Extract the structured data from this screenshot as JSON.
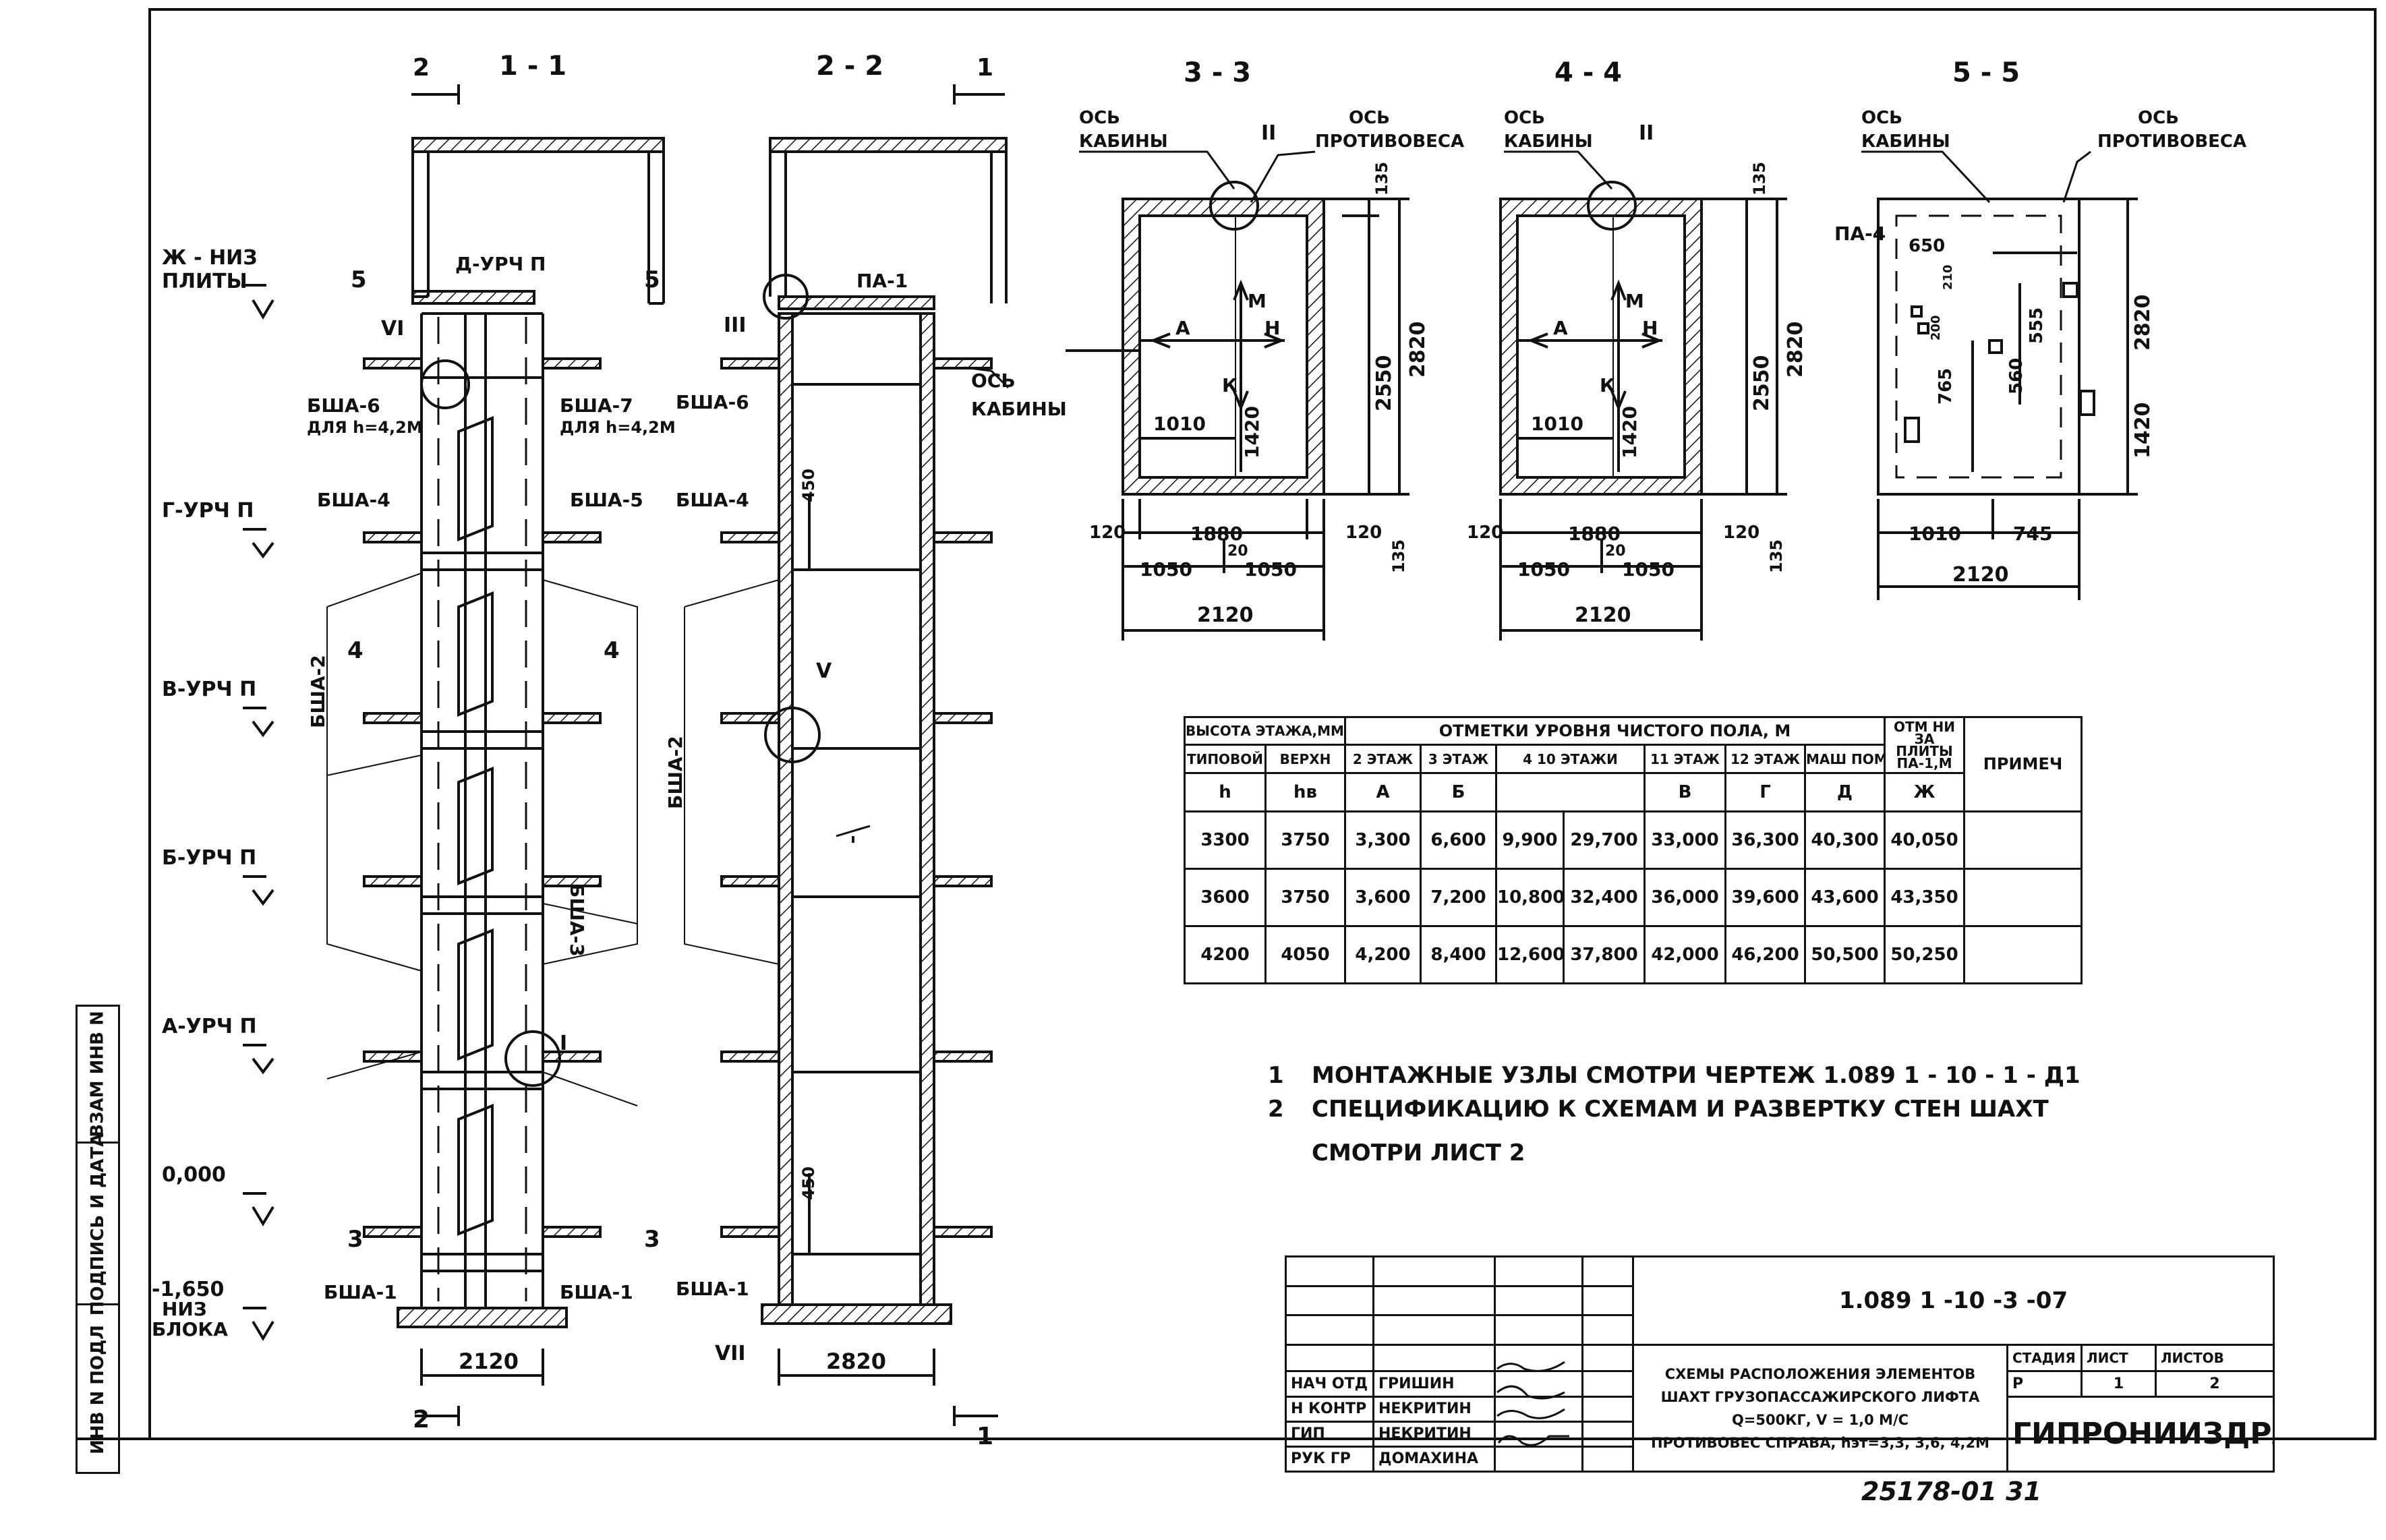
{
  "sections": {
    "s11": "1 - 1",
    "s22": "2 - 2",
    "s33": "3 - 3",
    "s44": "4 - 4",
    "s55": "5 - 5"
  },
  "cut_marks": {
    "two": "2",
    "one": "1",
    "three": "3",
    "four": "4",
    "five": "5"
  },
  "roman": {
    "I": "I",
    "II": "II",
    "III": "III",
    "V": "V",
    "VI": "VI",
    "VII": "VII"
  },
  "left_levels": [
    {
      "name": "Ж - НИЗ",
      "sub": "ПЛИТЫ"
    },
    {
      "name": "Г-УРЧ П",
      "sub": ""
    },
    {
      "name": "В-УРЧ П",
      "sub": ""
    },
    {
      "name": "Б-УРЧ П",
      "sub": ""
    },
    {
      "name": "А-УРЧ П",
      "sub": ""
    },
    {
      "name": "0,000",
      "sub": ""
    },
    {
      "name": "-1,650",
      "sub": "НИЗ"
    },
    {
      "name": "",
      "sub": "БЛОКА"
    }
  ],
  "d_level": "Д-УРЧ П",
  "blocks": {
    "b1": "БША-1",
    "b2": "БША-2",
    "b3": "БША-3",
    "b4": "БША-4",
    "b5": "БША-5",
    "b6": "БША-6",
    "b7": "БША-7",
    "for_h": "ДЛЯ h=4,2М",
    "pa1": "ПА-1",
    "pa4": "ПА-4"
  },
  "dims": {
    "w2120": "2120",
    "w2820": "2820",
    "d450": "450",
    "d135": "135",
    "d2550": "2550",
    "d1420": "1420",
    "d1010": "1010",
    "d1880": "1880",
    "d120": "120",
    "d20": "20",
    "d1050": "1050",
    "d650": "650",
    "d765": "765",
    "d560": "560",
    "d555": "555",
    "d745": "745",
    "d210": "210",
    "d200": "200"
  },
  "axis": {
    "cabin_axis": "ОСЬ",
    "cabin": "КАБИНЫ",
    "counter_axis": "ОСЬ",
    "counter": "ПРОТИВОВЕСА"
  },
  "arrows": {
    "A": "А",
    "M": "М",
    "H": "Н",
    "K": "К"
  },
  "table": {
    "head1": [
      "ВЫСОТА ЭТАЖА,ММ",
      "ОТМЕТКИ УРОВНЯ ЧИСТОГО ПОЛА, М",
      "ОТМ НИ ЗА ПЛИТЫ ПА-1,М",
      "ПРИМЕЧ"
    ],
    "head2": [
      "ТИПОВОЙ",
      "ВЕРХН",
      "2 ЭТАЖ",
      "3 ЭТАЖ",
      "4   10 ЭТАЖИ",
      "11 ЭТАЖ",
      "12 ЭТАЖ",
      "МАШ ПОМ"
    ],
    "head3": [
      "h",
      "hв",
      "А",
      "Б",
      "",
      "В",
      "Г",
      "Д",
      "Ж"
    ],
    "rows": [
      [
        "3300",
        "3750",
        "3,300",
        "6,600",
        "9,900",
        "29,700",
        "33,000",
        "36,300",
        "40,300",
        "40,050"
      ],
      [
        "3600",
        "3750",
        "3,600",
        "7,200",
        "10,800",
        "32,400",
        "36,000",
        "39,600",
        "43,600",
        "43,350"
      ],
      [
        "4200",
        "4050",
        "4,200",
        "8,400",
        "12,600",
        "37,800",
        "42,000",
        "46,200",
        "50,500",
        "50,250"
      ]
    ]
  },
  "notes": [
    {
      "num": "1",
      "text": "МОНТАЖНЫЕ   УЗЛЫ  СМОТРИ    ЧЕРТЕЖ    1.089 1 - 10 - 1 - Д1"
    },
    {
      "num": "2",
      "text": "СПЕЦИФИКАЦИЮ   К  СХЕМАМ  И  РАЗВЕРТКУ  СТЕН  ШАХТ"
    },
    {
      "num": "",
      "text": "СМОТРИ  ЛИСТ 2"
    }
  ],
  "title_block": {
    "code": "1.089 1 -10 -3 -07",
    "title": [
      "СХЕМЫ РАСПОЛОЖЕНИЯ ЭЛЕМЕНТОВ",
      "ШАХТ ГРУЗОПАССАЖИРСКОГО ЛИФТА",
      "Q=500КГ,  V = 1,0 М/С",
      "ПРОТИВОВЕС СПРАВА, hэт=3,3, 3,6, 4,2М"
    ],
    "stage_h": "СТАДИЯ",
    "sheet_h": "ЛИСТ",
    "sheets_h": "ЛИСТОВ",
    "stage": "Р",
    "sheet": "1",
    "sheets": "2",
    "org": "ГИПРОНИИЗДРАВ",
    "people": [
      {
        "role": "НАЧ ОТД",
        "name": "ГРИШИН"
      },
      {
        "role": "Н КОНТР",
        "name": "НЕКРИТИН"
      },
      {
        "role": "ГИП",
        "name": "НЕКРИТИН"
      },
      {
        "role": "РУК ГР",
        "name": "ДОМАХИНА"
      }
    ]
  },
  "side_strip": [
    "ИНВ N ПОДЛ",
    "ПОДПИСЬ И ДАТА",
    "ВЗАМ ИНВ N"
  ],
  "footer": "25178-01   31"
}
